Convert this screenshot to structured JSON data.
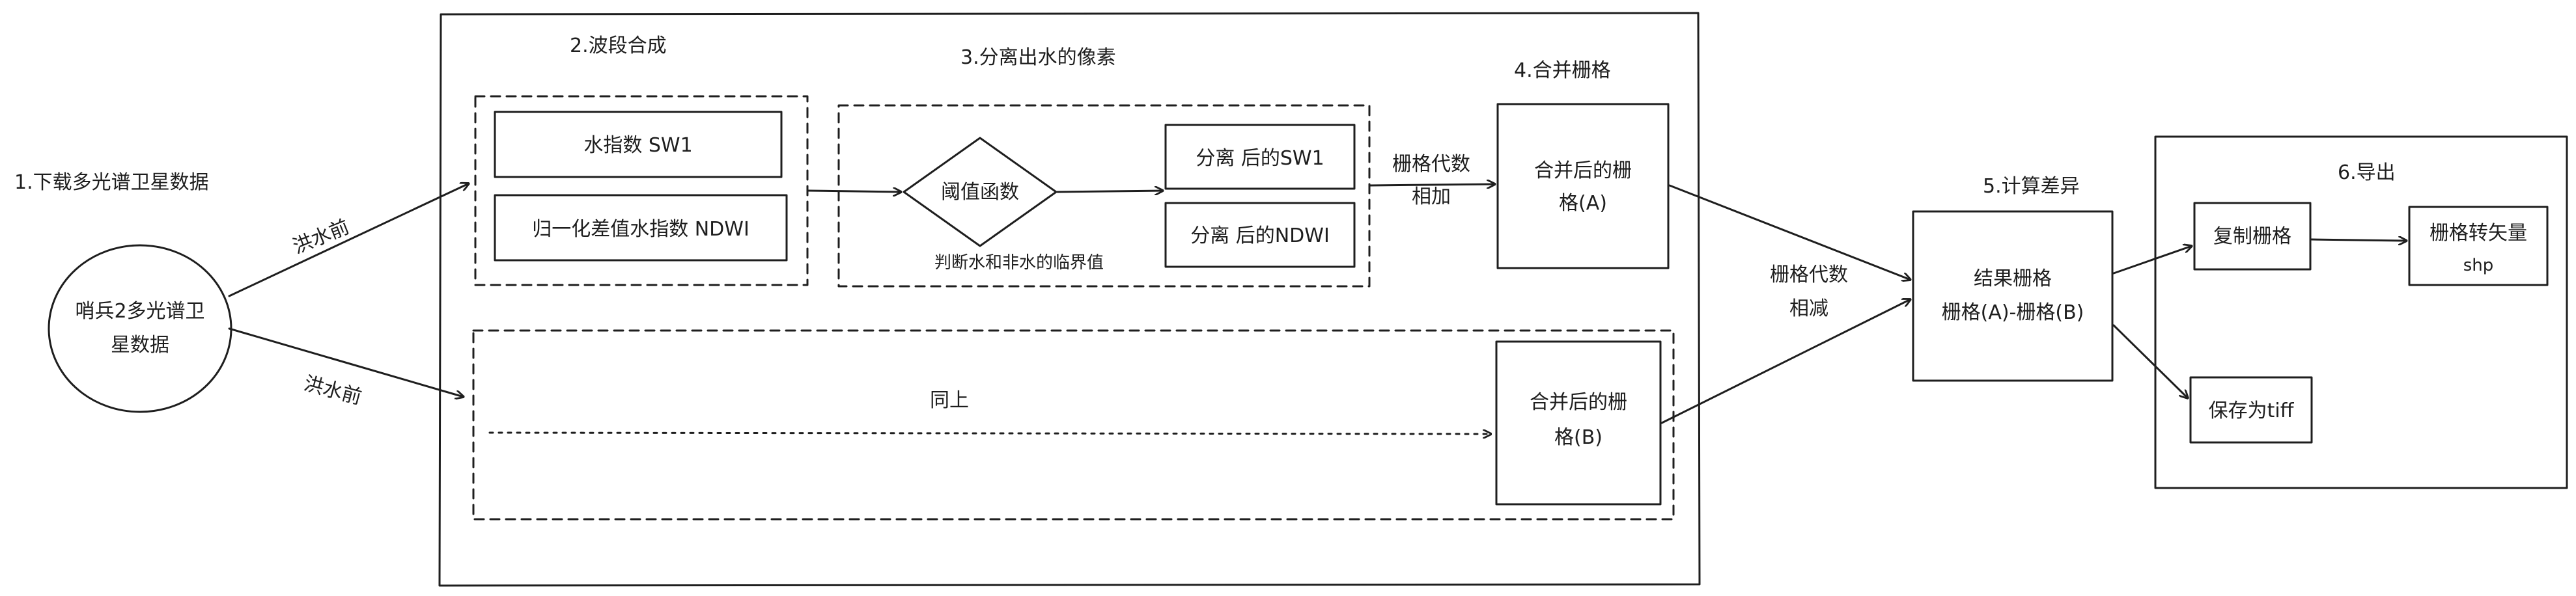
{
  "source": {
    "title": "1.下载多光谱卫星数据",
    "circle_line1": "哨兵2多光谱卫",
    "circle_line2": "星数据",
    "edge_before_top": "洪水前",
    "edge_before_bottom": "洪水前"
  },
  "band_synthesis": {
    "title": "2.波段合成",
    "box_sw1": "水指数 SW1",
    "box_ndwi": "归一化差值水指数 NDWI"
  },
  "separate_water": {
    "title": "3.分离出水的像素",
    "threshold": "阈值函数",
    "threshold_note": "判断水和非水的临界值",
    "out_sw1": "分离 后的SW1",
    "out_ndwi": "分离 后的NDWI"
  },
  "merge": {
    "title": "4.合并栅格",
    "edge_line1": "栅格代数",
    "edge_line2": "相加",
    "box_a_line1": "合并后的栅",
    "box_a_line2": "格(A)",
    "same_above": "同上",
    "box_b_line1": "合并后的栅",
    "box_b_line2": "格(B)"
  },
  "difference": {
    "title": "5.计算差异",
    "edge_line1": "栅格代数",
    "edge_line2": "相减",
    "box_line1": "结果栅格",
    "box_line2": "栅格(A)-栅格(B)"
  },
  "export": {
    "title": "6.导出",
    "copy_raster": "复制栅格",
    "to_vector_line1": "栅格转矢量",
    "to_vector_line2": "shp",
    "save_tiff": "保存为tiff"
  },
  "colors": {
    "stroke": "#1e1e1e",
    "background": "#ffffff"
  }
}
